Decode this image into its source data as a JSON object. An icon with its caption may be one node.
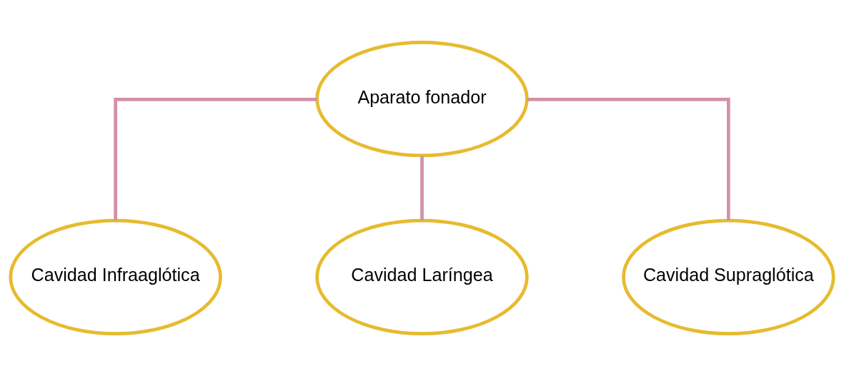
{
  "diagram": {
    "nodes": [
      {
        "text": [
          "Aparato fonador"
        ]
      },
      {
        "text": [
          "Cavidad Infraaglótica"
        ]
      },
      {
        "text": [
          "Cavidad Laríngea"
        ]
      },
      {
        "text": [
          "Cavidad Supraglótica"
        ]
      }
    ],
    "edges": [
      {
        "from": 0,
        "to": 1,
        "arrow": "none"
      },
      {
        "from": 0,
        "to": 2,
        "arrow": "none"
      },
      {
        "from": 0,
        "to": 3,
        "arrow": "none"
      }
    ]
  }
}
